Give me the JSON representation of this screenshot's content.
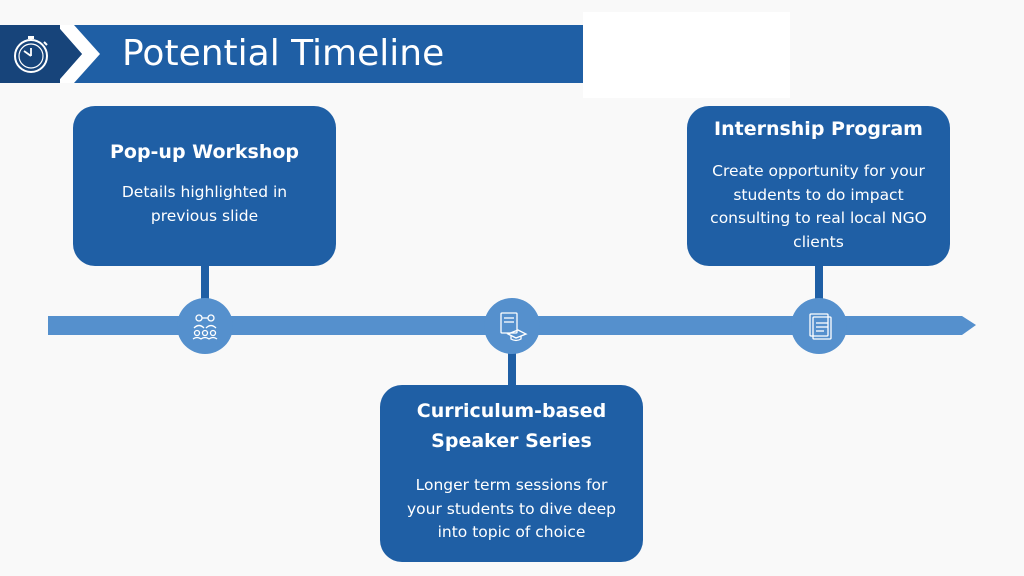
{
  "header": {
    "title": "Potential Timeline",
    "icon": "stopwatch-icon",
    "colors": {
      "band": "#1f5fa5",
      "dark": "#17447a"
    }
  },
  "timeline": {
    "axis_color": "#5590cd",
    "items": [
      {
        "title": "Pop-up Workshop",
        "description": "Details highlighted in previous slide",
        "icon": "people-network-icon",
        "position": "above"
      },
      {
        "title": "Curriculum-based Speaker Series",
        "description": "Longer term sessions for your students to dive deep into topic of choice",
        "icon": "presentation-board-icon",
        "position": "below"
      },
      {
        "title": "Internship Program",
        "description": "Create opportunity for your students to do impact consulting to real local NGO clients",
        "icon": "documents-icon",
        "position": "above"
      }
    ]
  }
}
